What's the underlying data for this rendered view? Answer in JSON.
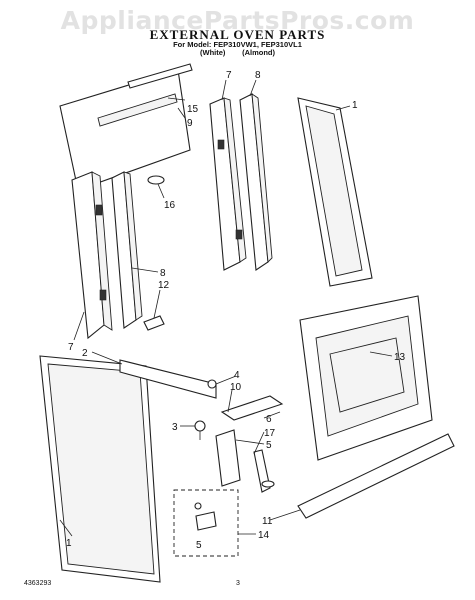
{
  "watermark": "AppliancePartsPros.com",
  "header": {
    "title": "EXTERNAL OVEN PARTS",
    "models": "For Model: FEP310VW1, FEP310VL1",
    "colors": "(White)        (Almond)"
  },
  "callouts": [
    "15",
    "9",
    "7",
    "8",
    "1",
    "16",
    "8",
    "12",
    "7",
    "2",
    "4",
    "10",
    "13",
    "3",
    "6",
    "17",
    "5",
    "11",
    "5",
    "14",
    "1"
  ],
  "footer": {
    "doc_number": "4363293",
    "page_number": "3"
  }
}
